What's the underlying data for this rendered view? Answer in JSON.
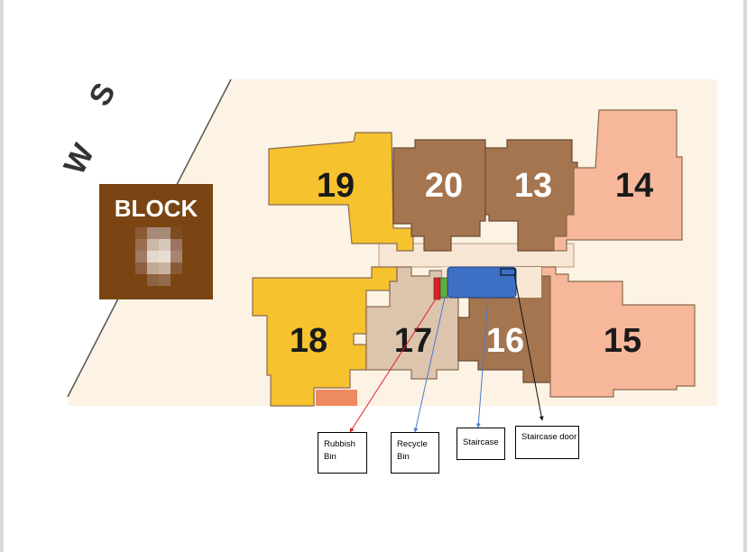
{
  "road": {
    "text": "S",
    "partial_text": "W"
  },
  "block_sign": {
    "title": "BLOCK"
  },
  "units": [
    "19",
    "20",
    "13",
    "14",
    "18",
    "17",
    "16",
    "15"
  ],
  "labels": {
    "rubbish_bin": "Rubbish Bin",
    "recycle_bin": "Recycle Bin",
    "staircase": "Staircase",
    "staircase_door": "Staircase door"
  },
  "colors": {
    "background": "#fdf3e4",
    "yellow": "#f6c22e",
    "brown": "#a57550",
    "pink": "#f7b79a",
    "tan": "#dcc4ad",
    "staircase_blue": "#3d6fc4",
    "rubbish_red": "#e31e24",
    "recycle_green": "#5fae45",
    "block_brown": "#7a4513"
  }
}
